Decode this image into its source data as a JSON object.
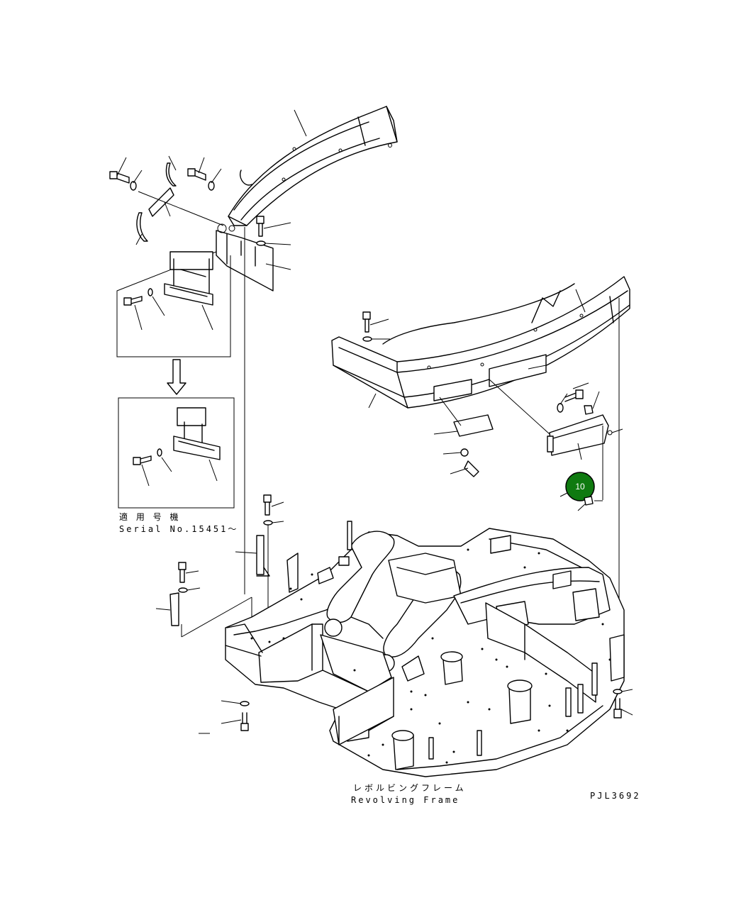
{
  "serial_label_jp": "適 用 号 機",
  "serial_label_en": "Serial No.15451～",
  "frame_label_jp": "レボルビングフレーム",
  "frame_label_en": "Revolving Frame",
  "drawing_code": "PJL3692",
  "callout": {
    "number": "10",
    "color": "#0f7a10"
  }
}
